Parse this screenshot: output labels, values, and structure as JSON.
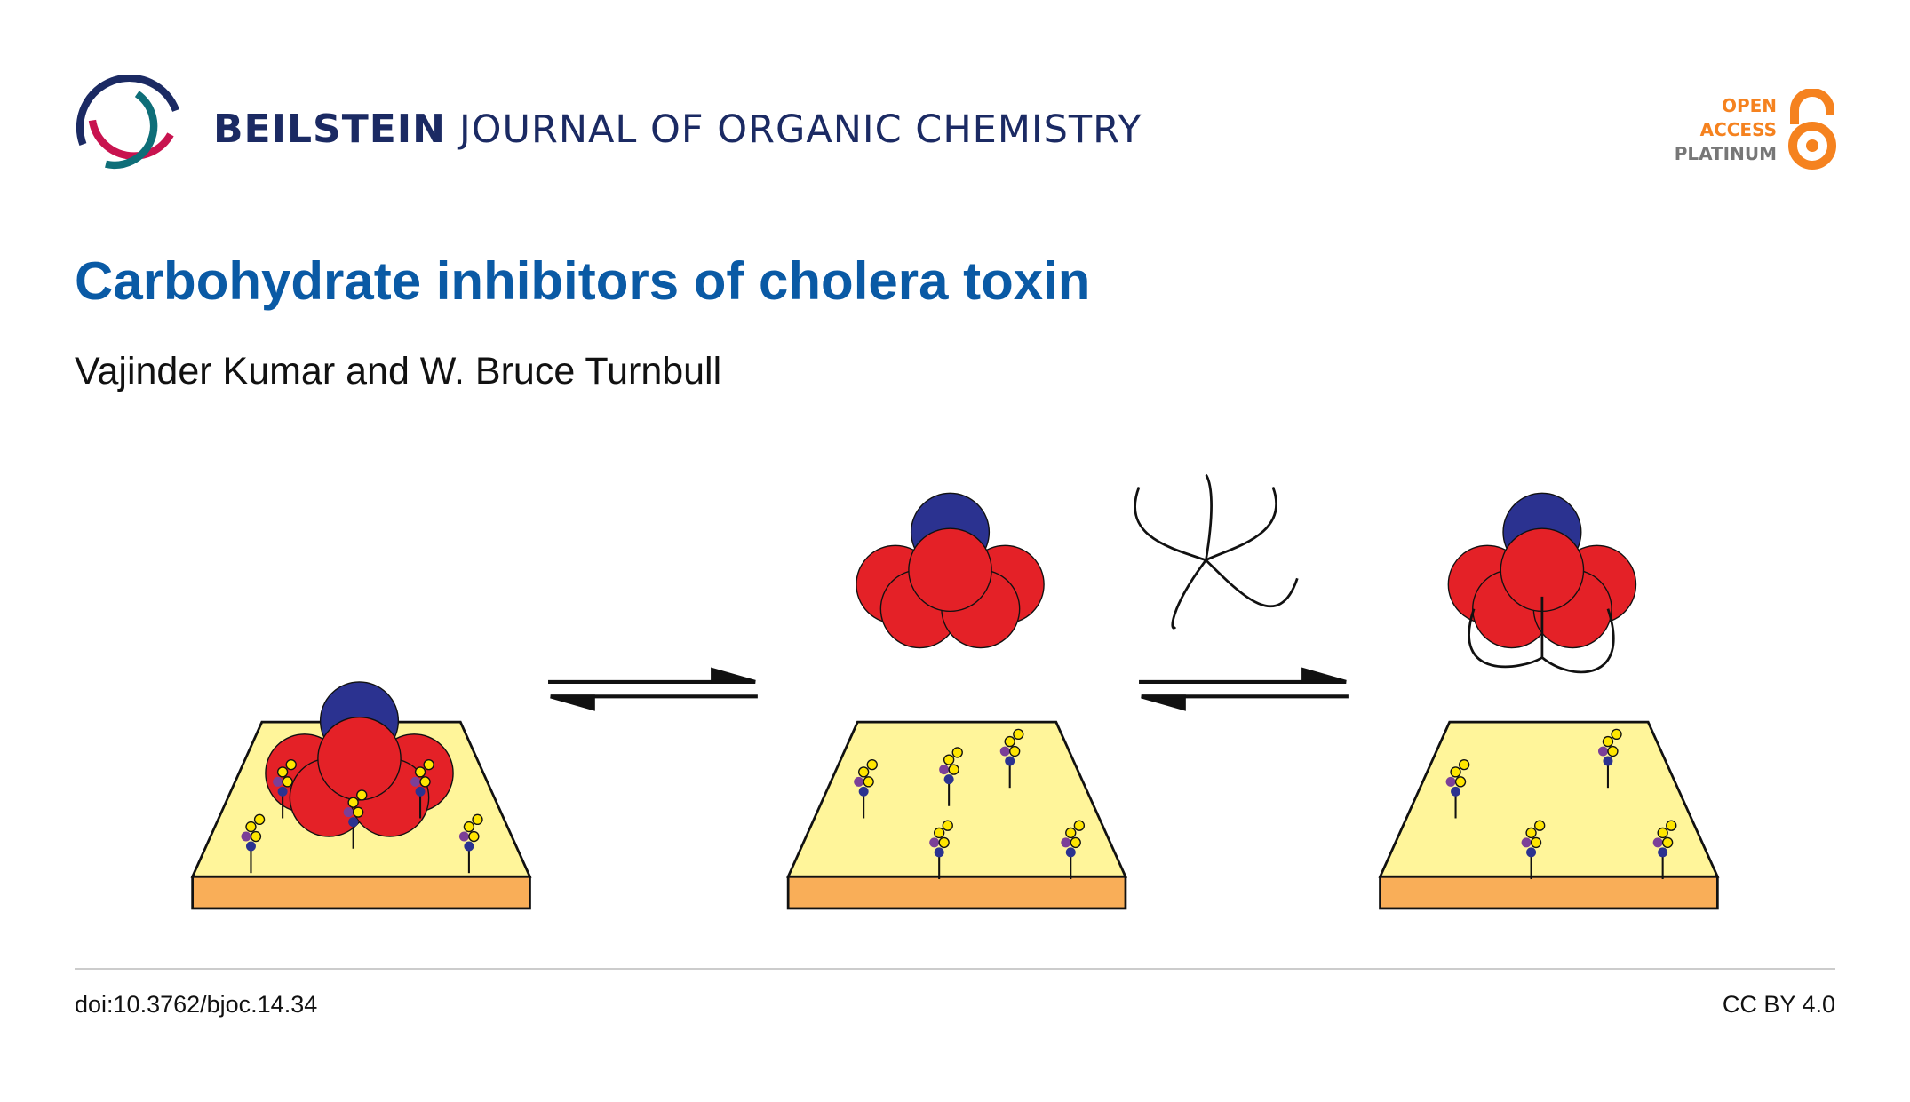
{
  "header": {
    "journal_bold": "BEILSTEIN",
    "journal_rest": "JOURNAL OF ORGANIC CHEMISTRY",
    "open_access": [
      "OPEN",
      "ACCESS",
      "PLATINUM"
    ]
  },
  "article": {
    "title": "Carbohydrate inhibitors of cholera toxin",
    "authors": "Vajinder Kumar and W. Bruce Turnbull"
  },
  "footer": {
    "doi": "doi:10.3762/bjoc.14.34",
    "license": "CC BY 4.0"
  },
  "colors": {
    "journal": "#1b2a63",
    "title": "#0a5aa5",
    "open_access": "#f5821f",
    "toxin_red": "#e42127",
    "toxin_blue": "#2b3290",
    "surface": "#fff59a",
    "slab": "#f9ae58"
  }
}
